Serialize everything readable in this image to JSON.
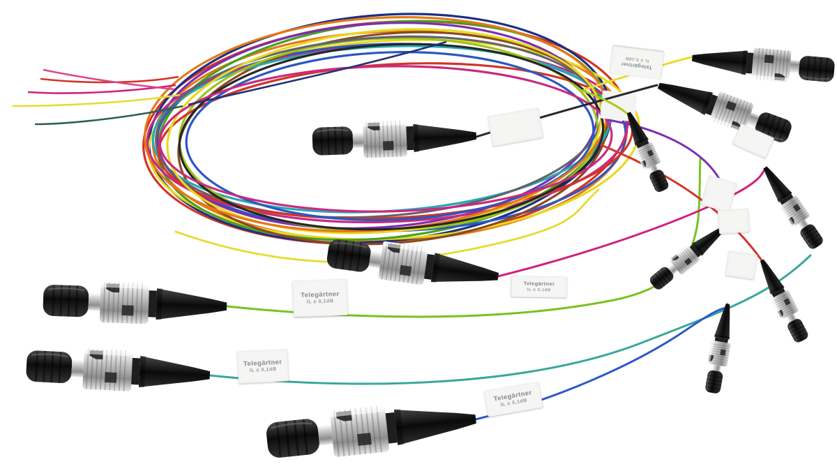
{
  "scene": {
    "subject": "Set of twelve ST fibre-optic pigtails with colour-coded fibres coiled in the centre",
    "background_color": "#ffffff"
  },
  "label": {
    "line1": "Telegärtner",
    "line2": "IL ≤ 0,1dB"
  },
  "colors": {
    "fiber_green": "#79c21d",
    "fiber_aqua": "#3aa79b",
    "fiber_blue": "#2f59c8",
    "fiber_magenta": "#d0217f",
    "fiber_yellow": "#e6dc2e",
    "fiber_black": "#26262e",
    "fiber_lime": "#a9cb1c",
    "fiber_violet": "#7d2fb2",
    "fiber_red": "#d5342a",
    "fiber_teal": "#2f5f5a",
    "fiber_pink": "#d84a8a",
    "fiber_navy": "#223277",
    "connector_metal": "#c9c9c9",
    "connector_black": "#151515",
    "coil_strands": [
      "#d23424",
      "#e67817",
      "#1b2f86",
      "#e8d81f",
      "#45a11f",
      "#2a57c0",
      "#7a2fae",
      "#c92a82",
      "#8a4a22",
      "#28a8b4",
      "#9dc41b",
      "#63636b",
      "#d23424",
      "#e8d81f",
      "#2a57c0",
      "#e67817",
      "#262626",
      "#c92a82"
    ]
  }
}
